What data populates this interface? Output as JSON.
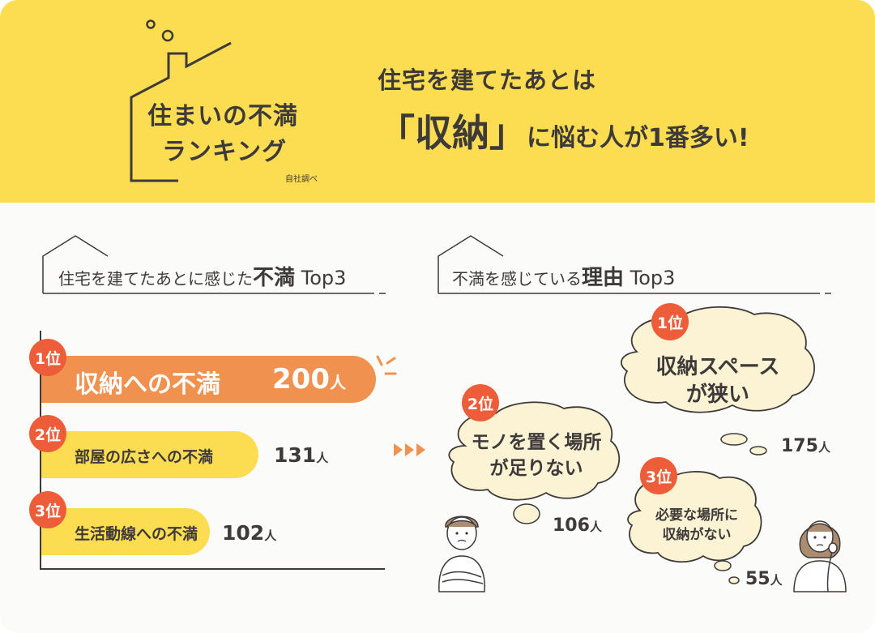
{
  "header": {
    "ranking_title_line1": "住まいの不満",
    "ranking_title_line2": "ランキング",
    "source_note": "自社調べ",
    "headline_line1": "住宅を建てたあとは",
    "headline_emphasis": "「収納」",
    "headline_rest": "に悩む人が1番多い!"
  },
  "left_section": {
    "title_prefix": "住宅を建てたあとに感じた",
    "title_strong": "不満",
    "title_suffix": " Top3",
    "items": [
      {
        "rank": "1位",
        "label": "収納への不満",
        "count": "200",
        "unit": "人"
      },
      {
        "rank": "2位",
        "label": "部屋の広さへの不満",
        "count": "131",
        "unit": "人"
      },
      {
        "rank": "3位",
        "label": "生活動線への不満",
        "count": "102",
        "unit": "人"
      }
    ]
  },
  "right_section": {
    "title_prefix": "不満を感じている",
    "title_strong": "理由",
    "title_suffix": " Top3",
    "reasons": [
      {
        "rank": "1位",
        "line1": "収納スペース",
        "line2": "が狭い",
        "count": "175",
        "unit": "人"
      },
      {
        "rank": "2位",
        "line1": "モノを置く場所",
        "line2": "が足りない",
        "count": "106",
        "unit": "人"
      },
      {
        "rank": "3位",
        "line1": "必要な場所に",
        "line2": "収納がない",
        "count": "55",
        "unit": "人"
      }
    ]
  },
  "colors": {
    "header_bg": "#fcdd52",
    "bar_primary": "#f19150",
    "bar_secondary": "#fcdd52",
    "badge": "#ee5d3a",
    "cloud": "#fcf3d4",
    "text": "#3e3a39"
  },
  "icons": [
    "house-outline-icon",
    "chimney-smoke-icon",
    "triple-arrow-icon",
    "sparkle-icon",
    "man-crossed-arms-icon",
    "woman-thinking-icon"
  ]
}
